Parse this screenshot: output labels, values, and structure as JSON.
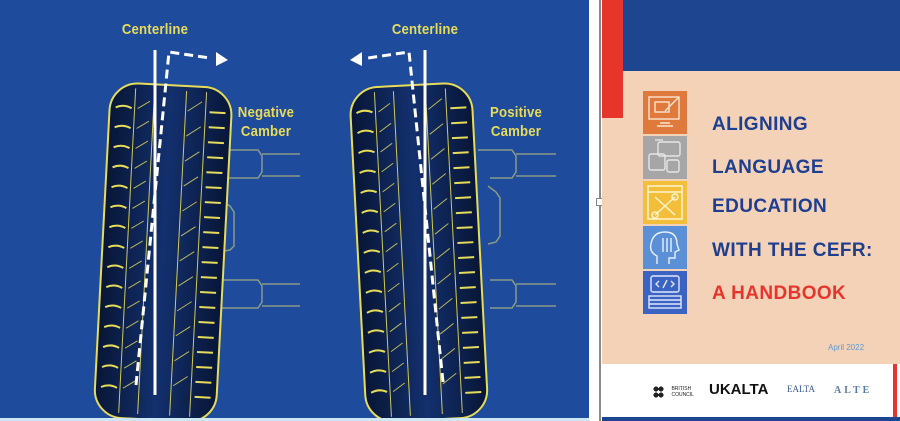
{
  "diagram": {
    "left_tire": {
      "centerline_label": "Centerline",
      "camber_label_line1": "Negative",
      "camber_label_line2": "Camber",
      "arrow_direction": "right"
    },
    "right_tire": {
      "centerline_label": "Centerline",
      "camber_label_line1": "Positive",
      "camber_label_line2": "Camber",
      "arrow_direction": "left"
    },
    "colors": {
      "background": "#1f4b9c",
      "label": "#e6dc5a",
      "tire_outline": "#e6dc5a",
      "tire_fill": "#0d1e45",
      "line": "#ffffff",
      "bracket": "#8a9a8a"
    }
  },
  "cover": {
    "title_lines": [
      "ALIGNING",
      "LANGUAGE",
      "EDUCATION",
      "WITH THE CEFR:"
    ],
    "subtitle": "A HANDBOOK",
    "date": "April 2022",
    "icons": [
      {
        "name": "monitor-drawing-icon",
        "color": "#e07a3c"
      },
      {
        "name": "documents-icon",
        "color": "#a6a6a6"
      },
      {
        "name": "tools-icon",
        "color": "#f3bf3a"
      },
      {
        "name": "head-pencil-icon",
        "color": "#5b8fd6"
      },
      {
        "name": "code-keyboard-icon",
        "color": "#3a63c4"
      }
    ],
    "logos": {
      "british_council_line1": "BRITISH",
      "british_council_line2": "COUNCIL",
      "ukalta": "UKALTA",
      "ealta": "EALTA",
      "alte": "ALTE"
    },
    "colors": {
      "background": "#f4d2b8",
      "navy": "#1d4590",
      "red": "#e8352b",
      "title": "#1e3f8f"
    }
  }
}
